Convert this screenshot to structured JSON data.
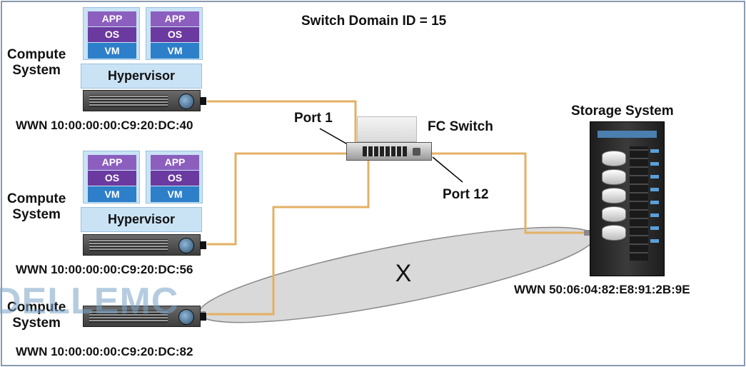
{
  "title": "Switch Domain ID = 15",
  "compute_systems": [
    {
      "label": "Compute\nSystem",
      "wwn": "WWN 10:00:00:00:C9:20:DC:40",
      "vm_layers": [
        "APP",
        "OS",
        "VM"
      ],
      "hypervisor": "Hypervisor"
    },
    {
      "label": "Compute\nSystem",
      "wwn": "WWN 10:00:00:00:C9:20:DC:56",
      "vm_layers": [
        "APP",
        "OS",
        "VM"
      ],
      "hypervisor": "Hypervisor"
    },
    {
      "label": "Compute\nSystem",
      "wwn": "WWN 10:00:00:00:C9:20:DC:82"
    }
  ],
  "fc_switch": {
    "label": "FC Switch",
    "port_1": "Port 1",
    "port_12": "Port 12"
  },
  "storage": {
    "label": "Storage System",
    "wwn": "WWN 50:06:04:82:E8:91:2B:9E"
  },
  "zone_label": "X",
  "watermark": "DELLEMC",
  "colors": {
    "cable": "#e3b064",
    "zone": "#d9d9d9",
    "app": "#8c5fbf",
    "os": "#6b3aa0",
    "vm": "#2d7fc9",
    "vm_bg": "#c9e3f5"
  }
}
